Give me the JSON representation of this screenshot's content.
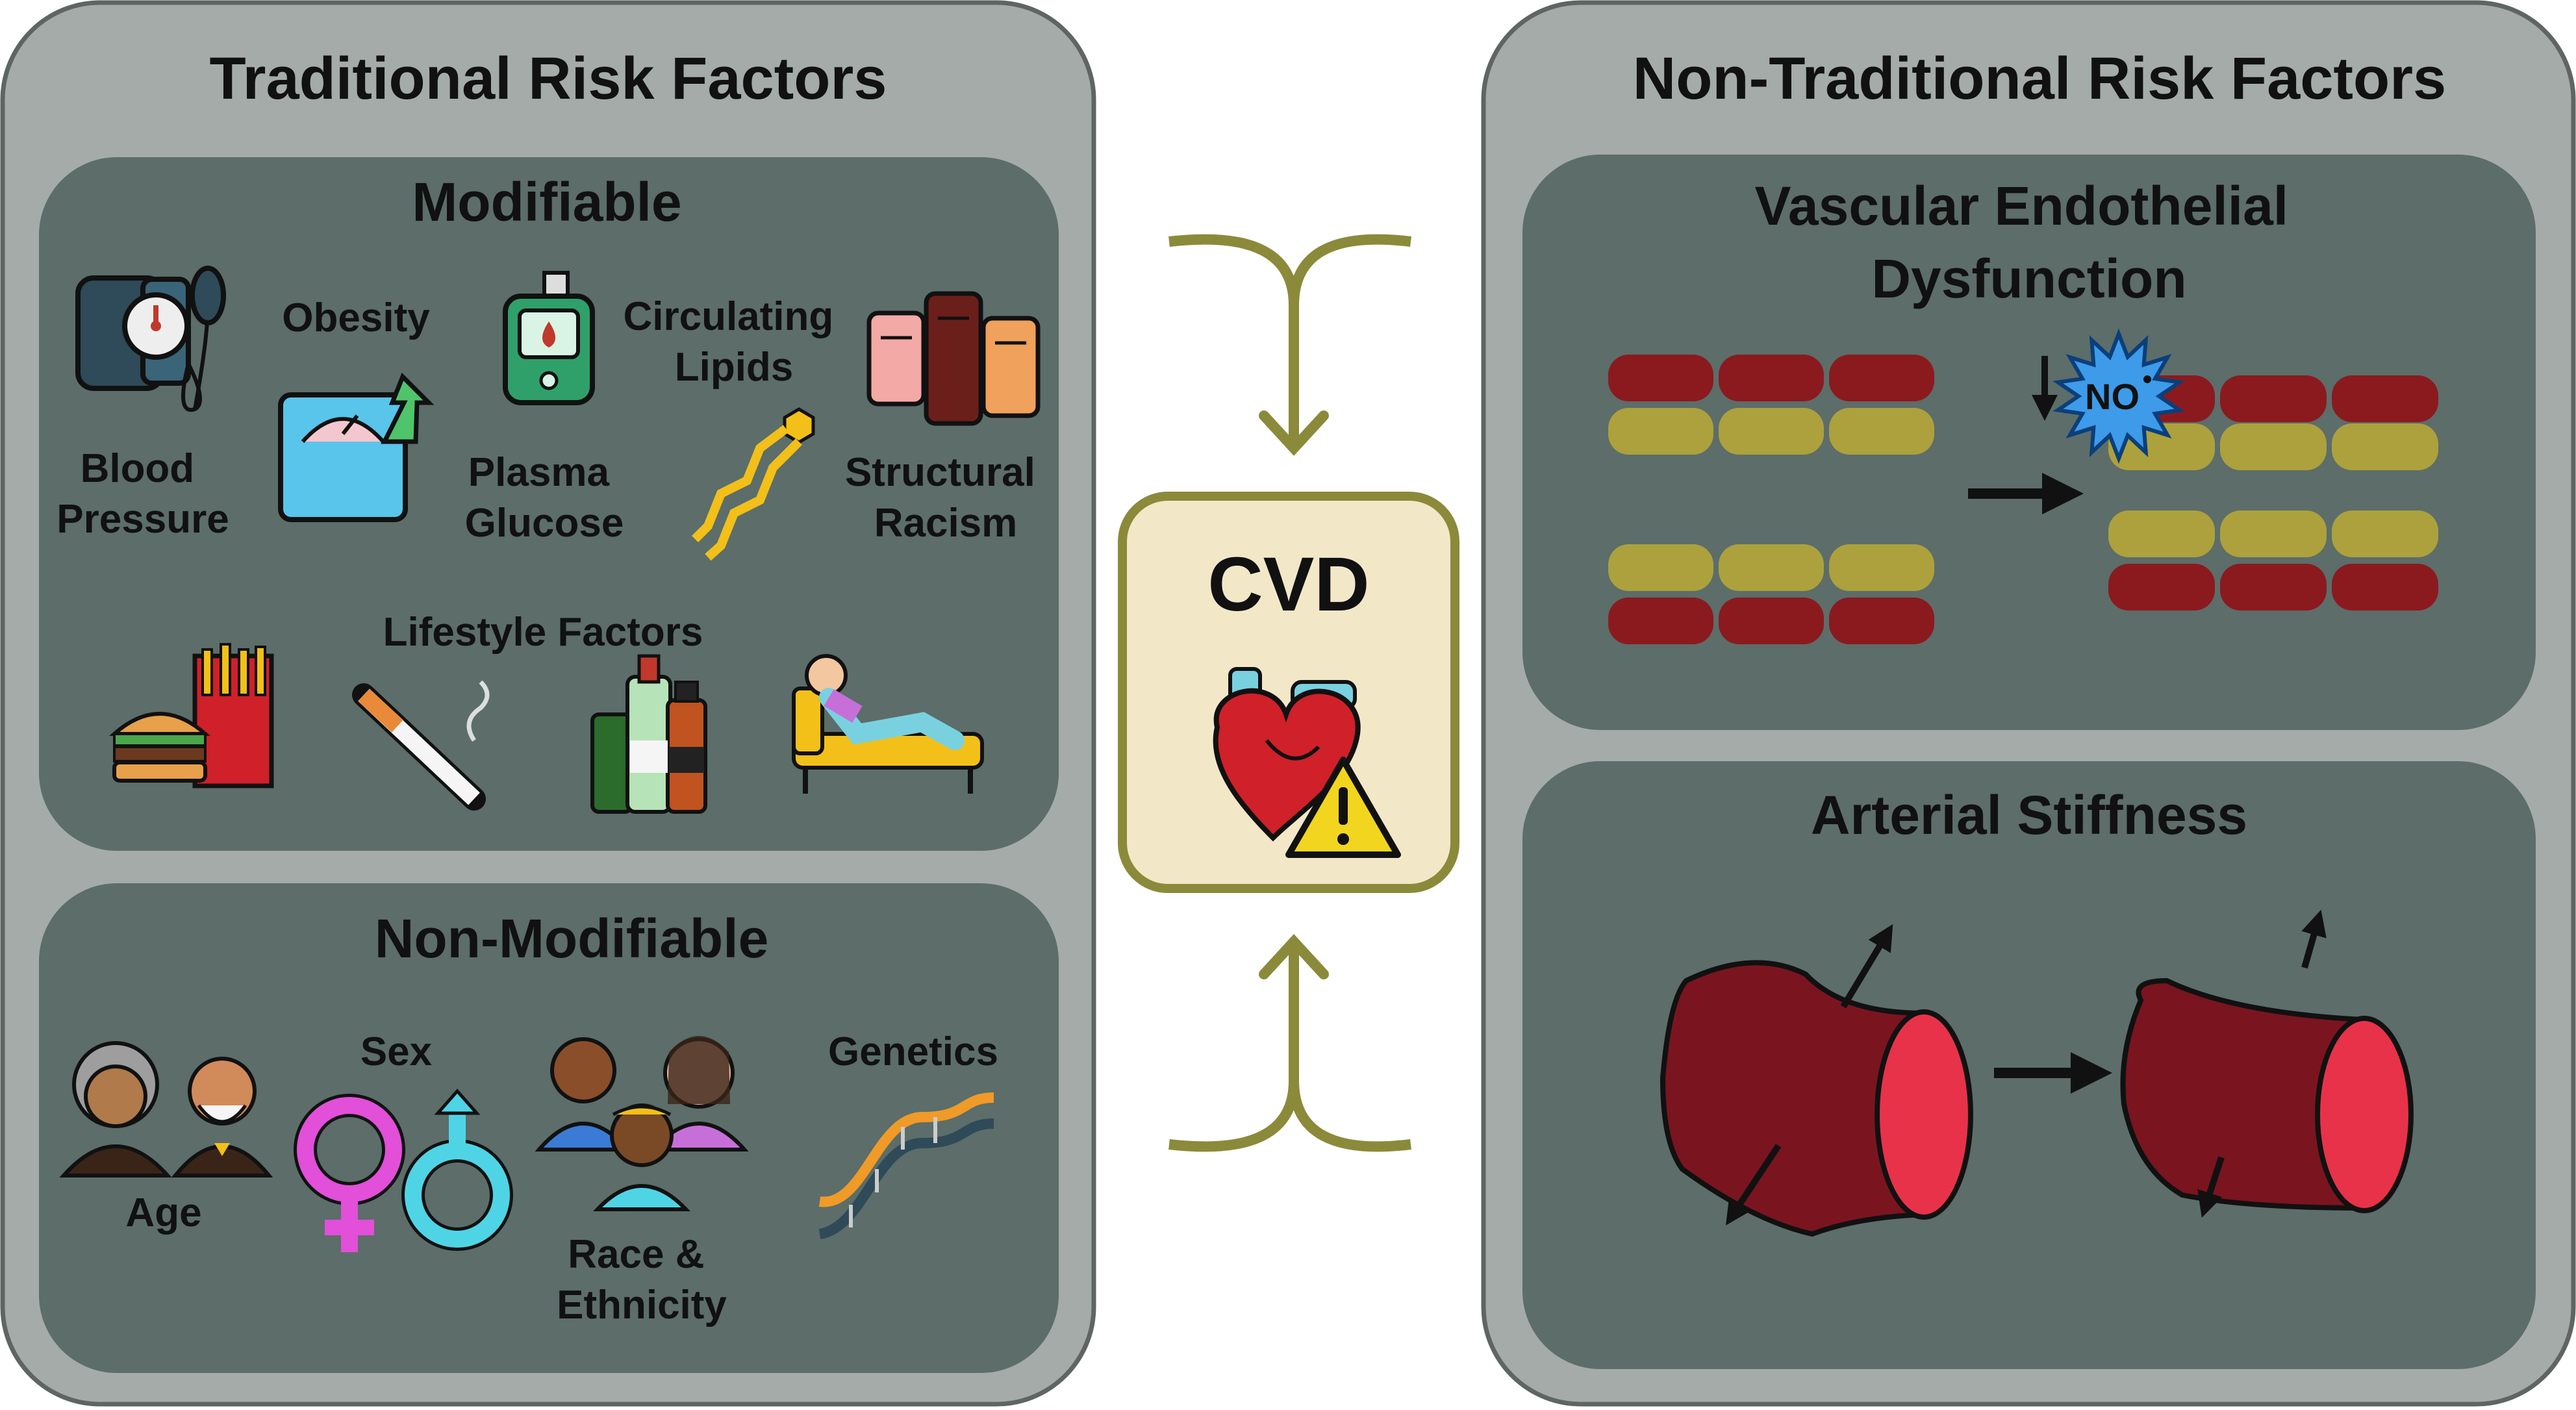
{
  "left_panel": {
    "title": "Traditional Risk Factors",
    "modifiable": {
      "title": "Modifiable",
      "items": {
        "blood_pressure": [
          "Blood",
          "Pressure"
        ],
        "obesity": [
          "Obesity"
        ],
        "plasma_glucose": [
          "Plasma",
          "Glucose"
        ],
        "circulating_lipids": [
          "Circulating",
          "Lipids"
        ],
        "structural_racism": [
          "Structural",
          "Racism"
        ]
      },
      "lifestyle_title": "Lifestyle Factors"
    },
    "non_modifiable": {
      "title": "Non-Modifiable",
      "items": {
        "age": [
          "Age"
        ],
        "sex": [
          "Sex"
        ],
        "race_ethnicity": [
          "Race &",
          "Ethnicity"
        ],
        "genetics": [
          "Genetics"
        ]
      }
    }
  },
  "center": {
    "label": "CVD"
  },
  "right_panel": {
    "title": "Non-Traditional Risk Factors",
    "vascular": {
      "title": [
        "Vascular Endothelial",
        "Dysfunction"
      ],
      "no_label": "NO"
    },
    "arterial": {
      "title": "Arterial Stiffness"
    }
  },
  "colors": {
    "outer_panel": "#a4aba9",
    "inner_panel": "#5c6d6a",
    "center_box": "#f2e8c8",
    "center_border": "#8b8a3a",
    "arrow": "#8b8a3a",
    "cell_red": "#8b1a1f",
    "cell_olive": "#aca13c",
    "artery": "#7a1520",
    "artery_opening": "#e8324a",
    "no_star": "#3d9be9"
  }
}
